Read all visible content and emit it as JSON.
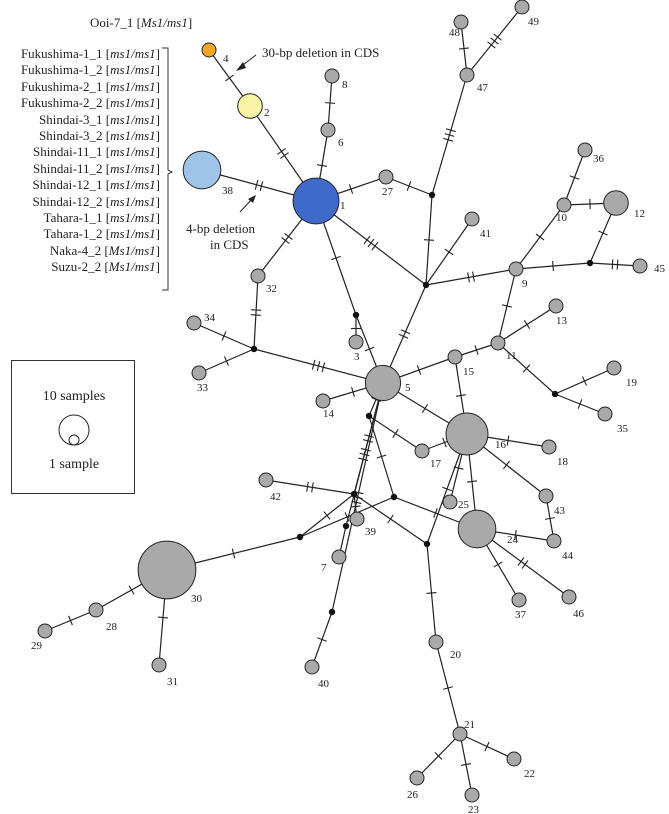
{
  "colors": {
    "ooi": "#F5A623",
    "deletion30": "#FAF5A5",
    "shared": "#9FC4E8",
    "main": "#3F6AC9",
    "gray": "#A9A9A9",
    "edge": "#222222"
  },
  "annotations": {
    "ooi_label": "Ooi-7_1 [",
    "ooi_genotype": "Ms1/ms1",
    "ooi_close": "]",
    "deletion30": "30-bp deletion in CDS",
    "deletion4_line1": "4-bp deletion",
    "deletion4_line2": "in CDS"
  },
  "samples": [
    {
      "name": "Fukushima-1_1 [",
      "genotype": "ms1/ms1",
      "close": "]"
    },
    {
      "name": "Fukushima-1_2 [",
      "genotype": "ms1/ms1",
      "close": "]"
    },
    {
      "name": "Fukushima-2_1 [",
      "genotype": "ms1/ms1",
      "close": "]"
    },
    {
      "name": "Fukushima-2_2 [",
      "genotype": "ms1/ms1",
      "close": "]"
    },
    {
      "name": "Shindai-3_1 [",
      "genotype": "ms1/ms1",
      "close": "]"
    },
    {
      "name": "Shindai-3_2 [",
      "genotype": "ms1/ms1",
      "close": "]"
    },
    {
      "name": "Shindai-11_1 [",
      "genotype": "ms1/ms1",
      "close": "]"
    },
    {
      "name": "Shindai-11_2 [",
      "genotype": "ms1/ms1",
      "close": "]"
    },
    {
      "name": "Shindai-12_1 [",
      "genotype": "ms1/ms1",
      "close": "]"
    },
    {
      "name": "Shindai-12_2 [",
      "genotype": "ms1/ms1",
      "close": "]"
    },
    {
      "name": "Tahara-1_1 [",
      "genotype": "ms1/ms1",
      "close": "]"
    },
    {
      "name": "Tahara-1_2 [",
      "genotype": "ms1/ms1",
      "close": "]"
    },
    {
      "name": "Naka-4_2 [",
      "genotype": "Ms1/ms1",
      "close": "]"
    },
    {
      "name": "Suzu-2_2 [",
      "genotype": "Ms1/ms1",
      "close": "]"
    }
  ],
  "legend": {
    "large": "10 samples",
    "small": "1 sample"
  },
  "haplotypes": [
    {
      "id": "1",
      "samples": 10,
      "color": "main"
    },
    {
      "id": "2",
      "samples": 2,
      "color": "deletion30"
    },
    {
      "id": "3",
      "samples": 1,
      "color": "gray"
    },
    {
      "id": "4",
      "samples": 1,
      "color": "ooi"
    },
    {
      "id": "5",
      "samples": 5,
      "color": "gray"
    },
    {
      "id": "6",
      "samples": 1,
      "color": "gray"
    },
    {
      "id": "7",
      "samples": 1,
      "color": "gray"
    },
    {
      "id": "8",
      "samples": 1,
      "color": "gray"
    },
    {
      "id": "9",
      "samples": 1,
      "color": "gray"
    },
    {
      "id": "10",
      "samples": 1,
      "color": "gray"
    },
    {
      "id": "11",
      "samples": 1,
      "color": "gray"
    },
    {
      "id": "12",
      "samples": 2,
      "color": "gray"
    },
    {
      "id": "13",
      "samples": 1,
      "color": "gray"
    },
    {
      "id": "14",
      "samples": 1,
      "color": "gray"
    },
    {
      "id": "15",
      "samples": 1,
      "color": "gray"
    },
    {
      "id": "16",
      "samples": 8,
      "color": "gray"
    },
    {
      "id": "17",
      "samples": 1,
      "color": "gray"
    },
    {
      "id": "18",
      "samples": 1,
      "color": "gray"
    },
    {
      "id": "19",
      "samples": 1,
      "color": "gray"
    },
    {
      "id": "20",
      "samples": 1,
      "color": "gray"
    },
    {
      "id": "21",
      "samples": 1,
      "color": "gray"
    },
    {
      "id": "22",
      "samples": 1,
      "color": "gray"
    },
    {
      "id": "23",
      "samples": 1,
      "color": "gray"
    },
    {
      "id": "24",
      "samples": 6,
      "color": "gray"
    },
    {
      "id": "25",
      "samples": 1,
      "color": "gray"
    },
    {
      "id": "26",
      "samples": 1,
      "color": "gray"
    },
    {
      "id": "27",
      "samples": 1,
      "color": "gray"
    },
    {
      "id": "28",
      "samples": 1,
      "color": "gray"
    },
    {
      "id": "29",
      "samples": 1,
      "color": "gray"
    },
    {
      "id": "30",
      "samples": 18,
      "color": "gray"
    },
    {
      "id": "31",
      "samples": 1,
      "color": "gray"
    },
    {
      "id": "32",
      "samples": 1,
      "color": "gray"
    },
    {
      "id": "33",
      "samples": 1,
      "color": "gray"
    },
    {
      "id": "34",
      "samples": 1,
      "color": "gray"
    },
    {
      "id": "35",
      "samples": 1,
      "color": "gray"
    },
    {
      "id": "36",
      "samples": 1,
      "color": "gray"
    },
    {
      "id": "37",
      "samples": 1,
      "color": "gray"
    },
    {
      "id": "38",
      "samples": 6,
      "color": "shared"
    },
    {
      "id": "39",
      "samples": 1,
      "color": "gray"
    },
    {
      "id": "40",
      "samples": 1,
      "color": "gray"
    },
    {
      "id": "41",
      "samples": 1,
      "color": "gray"
    },
    {
      "id": "42",
      "samples": 1,
      "color": "gray"
    },
    {
      "id": "43",
      "samples": 1,
      "color": "gray"
    },
    {
      "id": "44",
      "samples": 1,
      "color": "gray"
    },
    {
      "id": "45",
      "samples": 1,
      "color": "gray"
    },
    {
      "id": "46",
      "samples": 1,
      "color": "gray"
    },
    {
      "id": "47",
      "samples": 1,
      "color": "gray"
    },
    {
      "id": "48",
      "samples": 1,
      "color": "gray"
    },
    {
      "id": "49",
      "samples": 1,
      "color": "gray"
    }
  ],
  "edges": [
    {
      "from": "4",
      "to": "2",
      "steps": 1
    },
    {
      "from": "2",
      "to": "1",
      "steps": 2
    },
    {
      "from": "1",
      "to": "6",
      "steps": 1
    },
    {
      "from": "6",
      "to": "8",
      "steps": 1
    },
    {
      "from": "38",
      "to": "1",
      "steps": 2
    },
    {
      "from": "1",
      "to": "32",
      "steps": 2
    },
    {
      "from": "32",
      "to": "j32",
      "steps": 2
    },
    {
      "from": "j32",
      "to": "34",
      "steps": 1
    },
    {
      "from": "j32",
      "to": "33",
      "steps": 1
    },
    {
      "from": "j32",
      "to": "5",
      "steps": 3
    },
    {
      "from": "1",
      "to": "27",
      "steps": 1
    },
    {
      "from": "27",
      "to": "j27",
      "steps": 1
    },
    {
      "from": "j27",
      "to": "47",
      "steps": 3
    },
    {
      "from": "47",
      "to": "48",
      "steps": 1
    },
    {
      "from": "47",
      "to": "49",
      "steps": 3
    },
    {
      "from": "j27",
      "to": "jC",
      "steps": 1
    },
    {
      "from": "1",
      "to": "jC",
      "steps": 3
    },
    {
      "from": "jC",
      "to": "41",
      "steps": 1
    },
    {
      "from": "jC",
      "to": "9",
      "steps": 2
    },
    {
      "from": "9",
      "to": "10",
      "steps": 1
    },
    {
      "from": "10",
      "to": "36",
      "steps": 1
    },
    {
      "from": "10",
      "to": "12",
      "steps": 1
    },
    {
      "from": "9",
      "to": "j45",
      "steps": 1
    },
    {
      "from": "j45",
      "to": "12",
      "steps": 1
    },
    {
      "from": "j45",
      "to": "45",
      "steps": 2
    },
    {
      "from": "9",
      "to": "11",
      "steps": 1
    },
    {
      "from": "11",
      "to": "13",
      "steps": 1
    },
    {
      "from": "11",
      "to": "15",
      "steps": 1
    },
    {
      "from": "11",
      "to": "j19",
      "steps": 1
    },
    {
      "from": "j19",
      "to": "19",
      "steps": 1
    },
    {
      "from": "j19",
      "to": "35",
      "steps": 1
    },
    {
      "from": "jC",
      "to": "5",
      "steps": 2
    },
    {
      "from": "1",
      "to": "j3",
      "steps": 1
    },
    {
      "from": "j3",
      "to": "3",
      "steps": 1
    },
    {
      "from": "j3",
      "to": "5",
      "steps": 1
    },
    {
      "from": "5",
      "to": "15",
      "steps": 1
    },
    {
      "from": "15",
      "to": "16",
      "steps": 1
    },
    {
      "from": "5",
      "to": "16",
      "steps": 1
    },
    {
      "from": "5",
      "to": "14",
      "steps": 1
    },
    {
      "from": "5",
      "to": "j14",
      "steps": 1
    },
    {
      "from": "j14",
      "to": "17",
      "steps": 1
    },
    {
      "from": "17",
      "to": "16",
      "steps": 1
    },
    {
      "from": "16",
      "to": "18",
      "steps": 1
    },
    {
      "from": "16",
      "to": "43",
      "steps": 1
    },
    {
      "from": "43",
      "to": "44",
      "steps": 1
    },
    {
      "from": "16",
      "to": "24",
      "steps": 1
    },
    {
      "from": "16",
      "to": "25",
      "steps": 1
    },
    {
      "from": "16",
      "to": "j20",
      "steps": 1
    },
    {
      "from": "j20",
      "to": "20",
      "steps": 1
    },
    {
      "from": "20",
      "to": "21",
      "steps": 1
    },
    {
      "from": "21",
      "to": "22",
      "steps": 1
    },
    {
      "from": "21",
      "to": "23",
      "steps": 1
    },
    {
      "from": "21",
      "to": "26",
      "steps": 1
    },
    {
      "from": "24",
      "to": "44",
      "steps": 1
    },
    {
      "from": "24",
      "to": "46",
      "steps": 2
    },
    {
      "from": "24",
      "to": "37",
      "steps": 1
    },
    {
      "from": "j25",
      "to": "24",
      "steps": 1
    },
    {
      "from": "j25",
      "to": "j14",
      "steps": 1
    },
    {
      "from": "5",
      "to": "j7",
      "steps": 3
    },
    {
      "from": "j7",
      "to": "7",
      "steps": 0
    },
    {
      "from": "5",
      "to": "j40",
      "steps": 3
    },
    {
      "from": "j40",
      "to": "40",
      "steps": 1
    },
    {
      "from": "5",
      "to": "j39",
      "steps": 2
    },
    {
      "from": "j39",
      "to": "39",
      "steps": 1
    },
    {
      "from": "j39",
      "to": "42",
      "steps": 2
    },
    {
      "from": "j39",
      "to": "j30",
      "steps": 1
    },
    {
      "from": "j30",
      "to": "30",
      "steps": 1
    },
    {
      "from": "j39",
      "to": "j20",
      "steps": 1
    },
    {
      "from": "j30",
      "to": "j25",
      "steps": 1
    },
    {
      "from": "30",
      "to": "28",
      "steps": 1
    },
    {
      "from": "28",
      "to": "29",
      "steps": 1
    },
    {
      "from": "30",
      "to": "31",
      "steps": 1
    }
  ]
}
